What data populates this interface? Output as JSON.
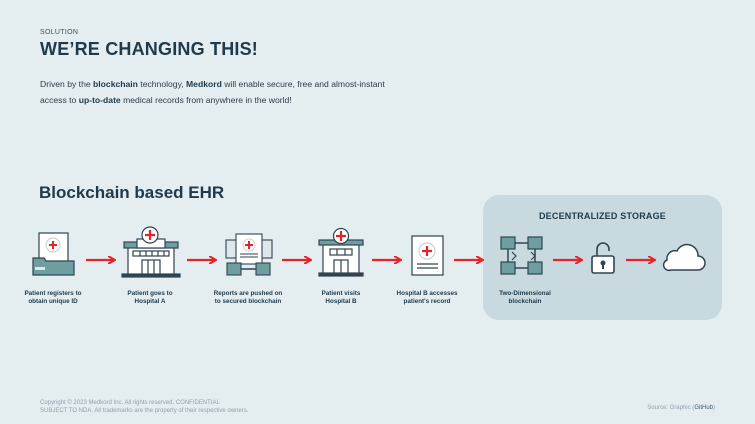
{
  "header": {
    "eyebrow": "SOLUTION",
    "title": "WE’RE CHANGING THIS!"
  },
  "intro": {
    "p1": "Driven by the ",
    "b1": "blockchain",
    "p2": " technology, ",
    "b2": "Medkord",
    "p3": " will enable secure, free and almost-instant access to ",
    "b3": "up-to-date",
    "p4": " medical records from anywhere in the world!"
  },
  "section": {
    "title": "Blockchain based EHR",
    "storage_title": "DECENTRALIZED STORAGE"
  },
  "steps": [
    {
      "icon": "registration-card-icon",
      "line1": "Patient registers to",
      "line2": "obtain unique ID"
    },
    {
      "icon": "hospital-icon",
      "line1": "Patient goes to",
      "line2": "Hospital A"
    },
    {
      "icon": "reports-push-icon",
      "line1": "Reports are pushed on",
      "line2": "to secured blockchain"
    },
    {
      "icon": "clinic-icon",
      "line1": "Patient visits",
      "line2": "Hospital B"
    },
    {
      "icon": "medical-record-icon",
      "line1": "Hospital B accesses",
      "line2": "patient's record"
    },
    {
      "icon": "blockchain-icon",
      "line1": "Two-Dimensional",
      "line2": "blockchain"
    },
    {
      "icon": "unlocked-padlock-icon",
      "line1": "",
      "line2": ""
    },
    {
      "icon": "cloud-icon",
      "line1": "",
      "line2": ""
    }
  ],
  "colors": {
    "background": "#e4edf0",
    "storage_panel": "#c8dae0",
    "arrow": "#e3242b",
    "icon_teal": "#6e9ea0",
    "icon_dark": "#2f4450"
  },
  "footer": {
    "copyright_line1": "Copyright © 2023 Medkord Inc. All rights reserved. CONFIDENTIAL",
    "copyright_line2": "SUBJECT TO NDA. All trademarks are the property of their respective owners.",
    "source_prefix": "Source: Graphic (",
    "source_link": "GitHub",
    "source_suffix": ")"
  }
}
